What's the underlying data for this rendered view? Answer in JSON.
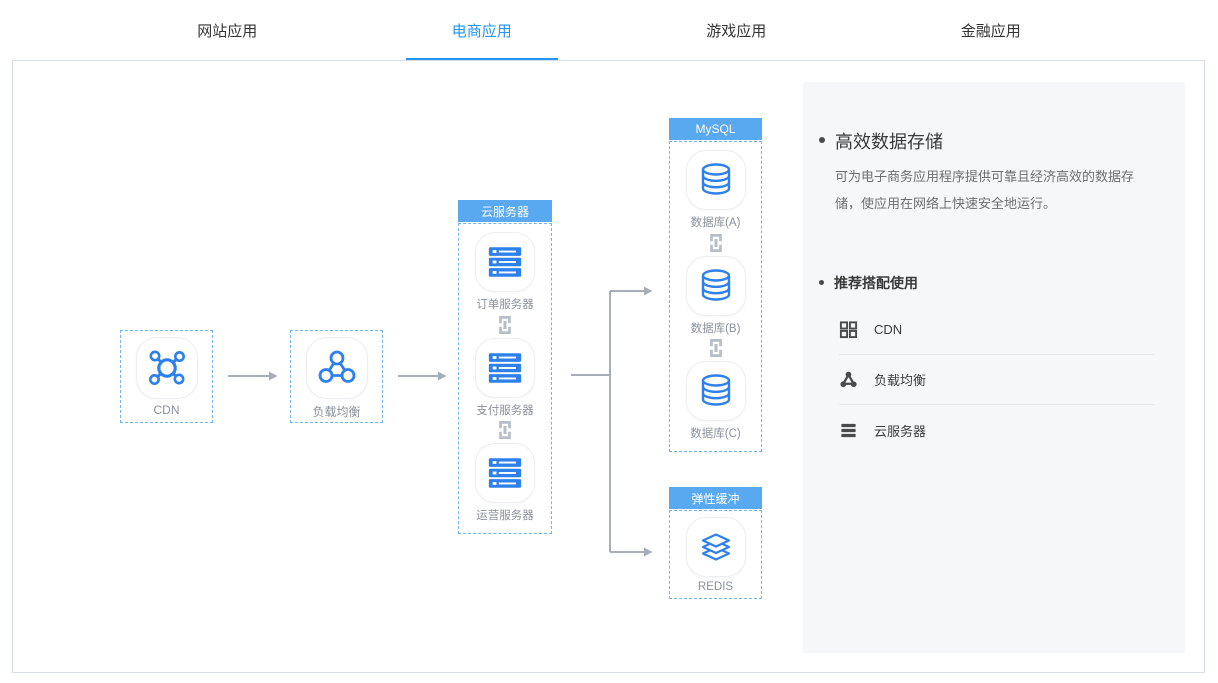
{
  "tabs": [
    {
      "label": "网站应用",
      "active": false
    },
    {
      "label": "电商应用",
      "active": true
    },
    {
      "label": "游戏应用",
      "active": false
    },
    {
      "label": "金融应用",
      "active": false
    }
  ],
  "diagram": {
    "cdn": {
      "label": "CDN"
    },
    "load_balancer": {
      "label": "负载均衡"
    },
    "cloud_server_group": {
      "title": "云服务器",
      "items": [
        "订单服务器",
        "支付服务器",
        "运营服务器"
      ]
    },
    "mysql_group": {
      "title": "MySQL",
      "items": [
        "数据库(A)",
        "数据库(B)",
        "数据库(C)"
      ]
    },
    "cache_group": {
      "title": "弹性缓冲",
      "items": [
        "REDIS"
      ]
    }
  },
  "panel": {
    "feature": {
      "title": "高效数据存储",
      "description": "可为电子商务应用程序提供可靠且经济高效的数据存储，使应用在网络上快速安全地运行。"
    },
    "recommend": {
      "title": "推荐搭配使用",
      "items": [
        {
          "icon": "cdn-grid-icon",
          "label": "CDN"
        },
        {
          "icon": "load-balancer-icon",
          "label": "负载均衡"
        },
        {
          "icon": "cloud-server-icon",
          "label": "云服务器"
        }
      ]
    }
  },
  "colors": {
    "accent": "#2196F3",
    "group_header": "#59A9F1",
    "icon_blue": "#2E80ED",
    "connector_gray": "#A8AEB8",
    "dashed_border": "#73B4F4",
    "panel_bg": "#F6F7F9"
  }
}
